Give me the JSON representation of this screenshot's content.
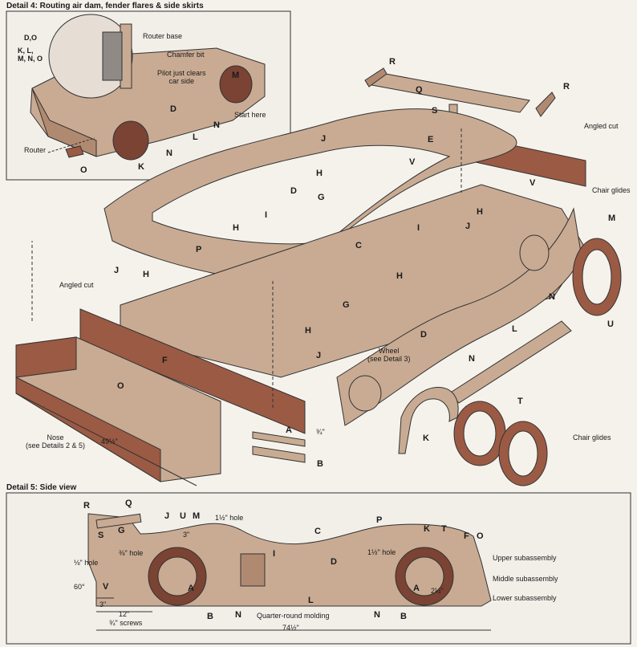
{
  "detail4": {
    "title": "Detail 4: Routing air dam, fender flares & side skirts",
    "labels": {
      "do": "D,O",
      "klmno": "K, L,\nM, N, O",
      "router_base": "Router base",
      "chamfer_bit": "Chamfer bit",
      "pilot": "Pilot just clears\ncar side",
      "router": "Router",
      "start_here": "Start here"
    }
  },
  "main": {
    "angled_cut_right": "Angled cut",
    "chair_glides_top": "Chair glides",
    "angled_cut_left": "Angled cut",
    "wheel_note": "Wheel\n(see Detail 3)",
    "nose_note": "Nose\n(see Details 2 & 5)",
    "dim_nose": "49½\"",
    "dim_b": "¾\"",
    "chair_glides_bottom": "Chair glides"
  },
  "detail5": {
    "title": "Detail 5: Side view",
    "hole_1_5_top": "1½\" hole",
    "hole_1_5_right": "1½\" hole",
    "hole_3_8": "⅜\" hole",
    "hole_1_8": "⅛\" hole",
    "dim_3": "3\"",
    "dim_3_axle": "3\"",
    "dim_2_5": "2½\"",
    "dim_12": "12\"",
    "dim_74": "74½\"",
    "angle_60": "60°",
    "screws": "¾\" screws",
    "quarter_round": "Quarter-round molding",
    "upper": "Upper subassembly",
    "middle": "Middle subassembly",
    "lower": "Lower subassembly"
  },
  "parts": {
    "a": "A",
    "b": "B",
    "c": "C",
    "d": "D",
    "e": "E",
    "f": "F",
    "g": "G",
    "h": "H",
    "i": "I",
    "j": "J",
    "k": "K",
    "l": "L",
    "m": "M",
    "n": "N",
    "o": "O",
    "p": "P",
    "q": "Q",
    "r": "R",
    "s": "S",
    "t": "T",
    "u": "U",
    "v": "V"
  },
  "colors": {
    "wood_light": "#c9ab93",
    "wood_dark": "#9b5a44",
    "panel_bg": "#f2efe9",
    "line": "#2a2a2a"
  }
}
